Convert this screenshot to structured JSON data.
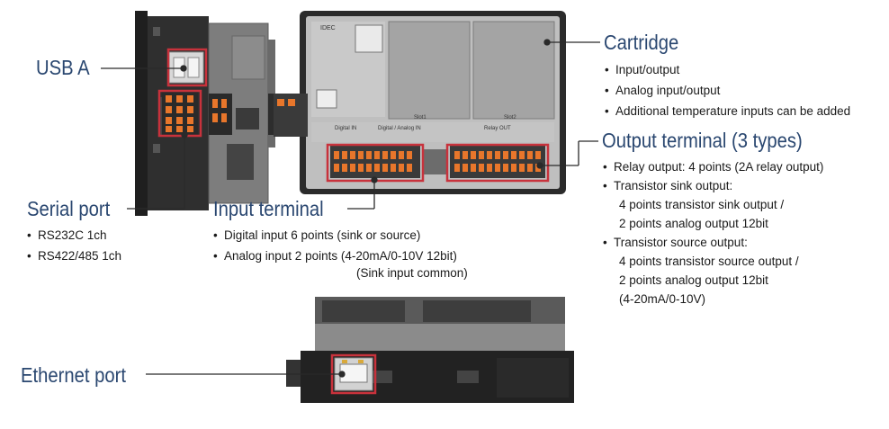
{
  "callouts": {
    "usb": {
      "title": "USB A"
    },
    "serial": {
      "title": "Serial port",
      "items": [
        "RS232C 1ch",
        "RS422/485 1ch"
      ]
    },
    "input": {
      "title": "Input terminal",
      "items": [
        "Digital input 6 points (sink or source)",
        "Analog input 2 points (4-20mA/0-10V 12bit)"
      ],
      "note": "(Sink input common)"
    },
    "cartridge": {
      "title": "Cartridge",
      "items": [
        "Input/output",
        "Analog input/output",
        "Additional temperature inputs can be added"
      ]
    },
    "output": {
      "title": "Output terminal (3 types)",
      "items": [
        "Relay output: 4 points (2A relay output)",
        "Transistor sink output:",
        "4 points transistor sink output /",
        "2 points analog output 12bit",
        "Transistor source output:",
        "4 points transistor source output /",
        "2 points analog output 12bit",
        "(4-20mA/0-10V)"
      ]
    },
    "ethernet": {
      "title": "Ethernet port"
    }
  },
  "device": {
    "brand": "IDEC",
    "panel_labels": [
      "Digital IN",
      "Digital / Analog IN",
      "Relay OUT",
      "Slot1",
      "Slot2"
    ]
  },
  "colors": {
    "heading": "#2a4770",
    "highlight": "#c8323c",
    "terminal_orange": "#e8762b",
    "body_dark": "#3a3a3a"
  }
}
